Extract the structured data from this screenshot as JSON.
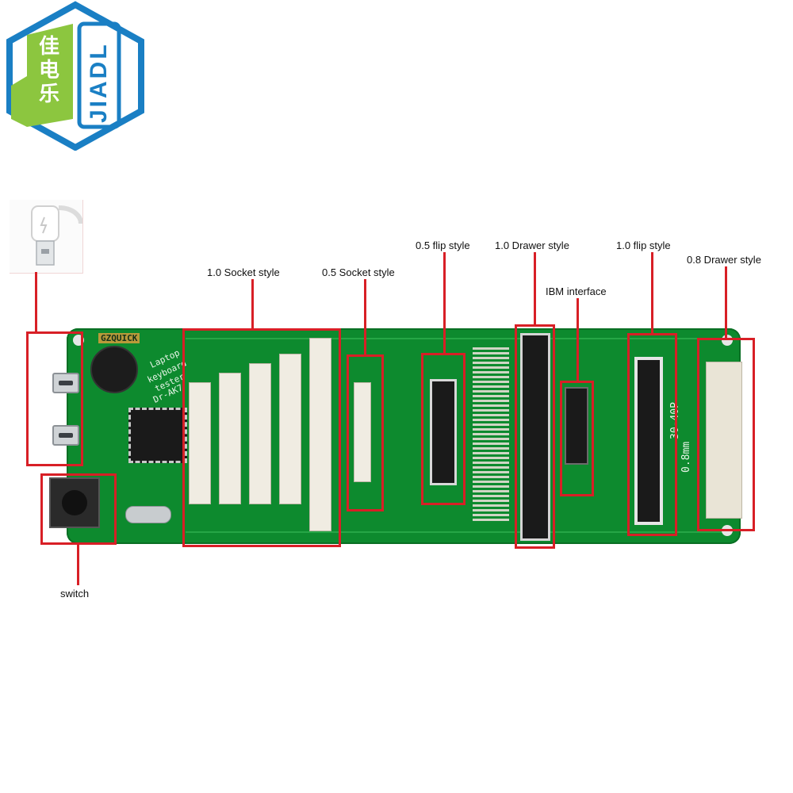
{
  "logo": {
    "cn_text": "佳电乐",
    "en_text": "JIADL",
    "colors": {
      "hex_border": "#1a7fc4",
      "green_panel": "#8cc63f"
    }
  },
  "cable_icon": "usb-cable-icon",
  "labels": {
    "socket_1_0": "1.0 Socket style",
    "socket_0_5": "0.5 Socket style",
    "flip_0_5": "0.5 flip style",
    "drawer_1_0": "1.0 Drawer style",
    "ibm": "IBM interface",
    "flip_1_0": "1.0 flip style",
    "drawer_0_8": "0.8 Drawer style",
    "switch": "switch"
  },
  "silkscreen": {
    "brand": "GZQUICK",
    "line1": "Laptop",
    "line2": "keyboard",
    "line3": "tester",
    "model": "Dr-AK7",
    "pitch": "0.8mm",
    "pins": "30-40P"
  },
  "colors": {
    "highlight": "#d81f26",
    "pcb": "#0d8a2e"
  }
}
